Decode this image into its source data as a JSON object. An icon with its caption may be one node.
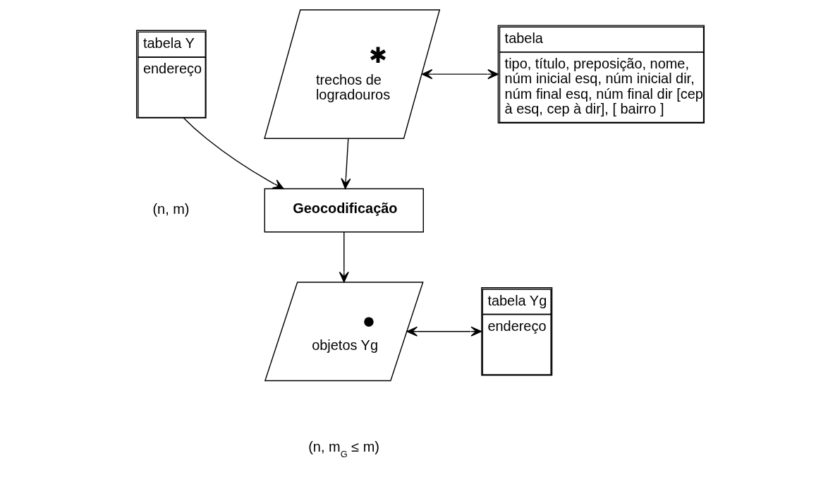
{
  "diagram": {
    "nodes": [
      {
        "text": [
          "tabela Y",
          "endereço"
        ]
      },
      {
        "text": [
          "✱",
          "trechos de logradouros"
        ]
      },
      {
        "text": [
          "tabela",
          "tipo, título, preposição, nome, núm inicial esq, núm inicial dir, núm final esq, núm final dir [cep à esq, cep à dir], [ bairro ]"
        ]
      },
      {
        "text": [
          "**Geocodificação**"
        ]
      },
      {
        "text": [
          "●",
          "objetos Yg"
        ]
      },
      {
        "text": [
          "tabela Yg",
          "endereço"
        ]
      }
    ],
    "edges": [
      {
        "from": 0,
        "to": 3,
        "arrow": "to"
      },
      {
        "from": 1,
        "to": 3,
        "arrow": "to"
      },
      {
        "from": 1,
        "to": 2,
        "arrow": "both"
      },
      {
        "from": 3,
        "to": 4,
        "arrow": "to"
      },
      {
        "from": 4,
        "to": 5,
        "arrow": "both"
      }
    ],
    "labels": [
      "(n, m)",
      "(n, m$_{G}$ ≤ m)"
    ]
  }
}
